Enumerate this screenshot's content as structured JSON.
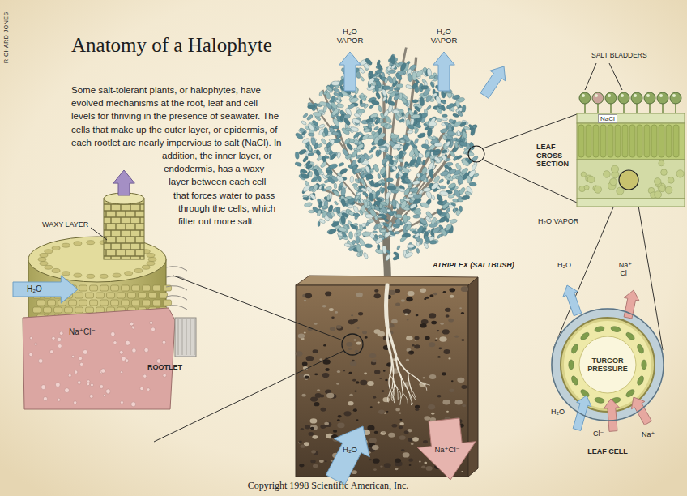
{
  "diagram": {
    "title": "Anatomy of a Halophyte",
    "nodes": [
      {
        "text": [
          "TURGOR PRESSURE",
          "LEAF CELL"
        ]
      }
    ],
    "labels": [
      "RICHARD JONES",
      "Some salt-tolerant plants, or halophytes, have evolved mechanisms at the root, leaf and cell levels for thriving in the presence of seawater. The cells that make up the outer layer, or epidermis, of each rootlet are nearly impervious to salt (NaCl). In addition, the inner layer, or endodermis, has a waxy layer between each cell that forces water to pass through the cells, which filter out more salt.",
      "H₂O VAPOR",
      "H₂O VAPOR",
      "SALT BLADDERS",
      "NaCl",
      "LEAF CROSS SECTION",
      "H₂O VAPOR",
      "WAXY LAYER",
      "ATRIPLEX (SALTBUSH)",
      "H₂O",
      "Na⁺ Cl⁻",
      "H₂O",
      "Na⁺Cl⁻",
      "ROOTLET",
      "H₂O",
      "Cl⁻",
      "Na⁺",
      "H₂O",
      "Na⁺Cl⁻",
      "Copyright 1998 Scientific American, Inc."
    ]
  }
}
